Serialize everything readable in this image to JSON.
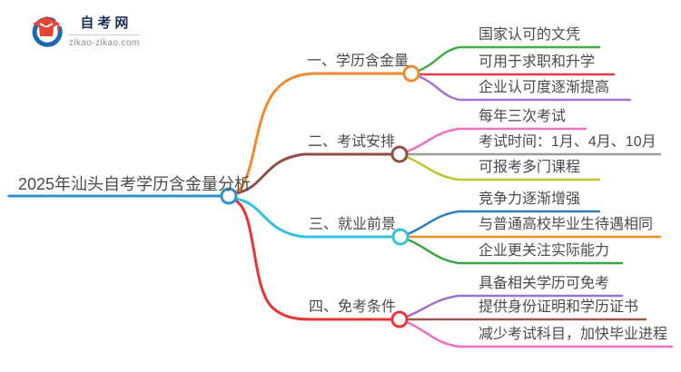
{
  "logo": {
    "title": "自考网",
    "domain": "zikao-zikao.com",
    "icon_colors": {
      "swoosh": "#1a6ab2",
      "cap": "#e64437"
    }
  },
  "root": {
    "label": "2025年汕头自考学历含金量分析",
    "color": "#2e91d3"
  },
  "branches": [
    {
      "label": "一、学历含金量",
      "color": "#f08a2e",
      "children": [
        {
          "label": "国家认可的文凭",
          "color": "#44ab4a"
        },
        {
          "label": "可用于求职和升学",
          "color": "#e23c46"
        },
        {
          "label": "企业认可度逐渐提高",
          "color": "#a273d2"
        }
      ]
    },
    {
      "label": "二、考试安排",
      "color": "#8d5047",
      "children": [
        {
          "label": "每年三次考试",
          "color": "#ef72c0"
        },
        {
          "label": "考试时间：1月、4月、10月",
          "color": "#9c9c9c"
        },
        {
          "label": "可报考多门课程",
          "color": "#bfc32e"
        }
      ]
    },
    {
      "label": "三、就业前景",
      "color": "#32c3dc",
      "children": [
        {
          "label": "竞争力逐渐增强",
          "color": "#2b7fc3"
        },
        {
          "label": "与普通高校毕业生待遇相同",
          "color": "#f78f1e"
        },
        {
          "label": "企业更关注实际能力",
          "color": "#3aa540"
        }
      ]
    },
    {
      "label": "四、免考条件",
      "color": "#e53535",
      "children": [
        {
          "label": "具备相关学历可免考",
          "color": "#9d70d0"
        },
        {
          "label": "提供身份证明和学历证书",
          "color": "#9e594e"
        },
        {
          "label": "减少考试科目，加快毕业进程",
          "color": "#ea70c8"
        }
      ]
    }
  ]
}
